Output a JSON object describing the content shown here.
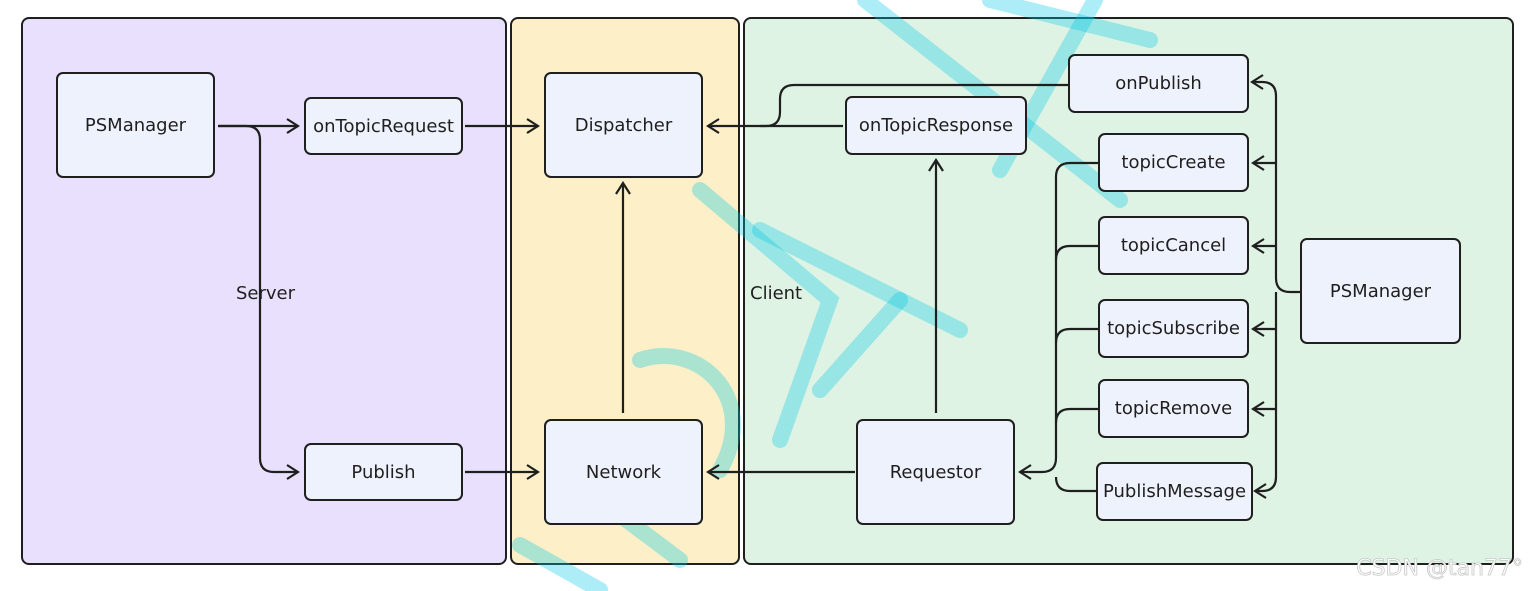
{
  "regions": {
    "server": "Server",
    "client": "Client"
  },
  "nodes": {
    "server_psmanager": "PSManager",
    "on_topic_request": "onTopicRequest",
    "publish": "Publish",
    "dispatcher": "Dispatcher",
    "network": "Network",
    "on_topic_response": "onTopicResponse",
    "on_publish": "onPublish",
    "requestor": "Requestor",
    "topic_create": "topicCreate",
    "topic_cancel": "topicCancel",
    "topic_subscribe": "topicSubscribe",
    "topic_remove": "topicRemove",
    "publish_message": "PublishMessage",
    "client_psmanager": "PSManager"
  },
  "colors": {
    "server_panel": "#e8e0fc",
    "network_panel": "#fdf0c8",
    "client_panel": "#dff3e4",
    "node_fill": "#eef2fc",
    "stroke": "#1f1f1f",
    "watermark": "#00c8e6"
  },
  "watermark_credit": "CSDN @tan77°"
}
